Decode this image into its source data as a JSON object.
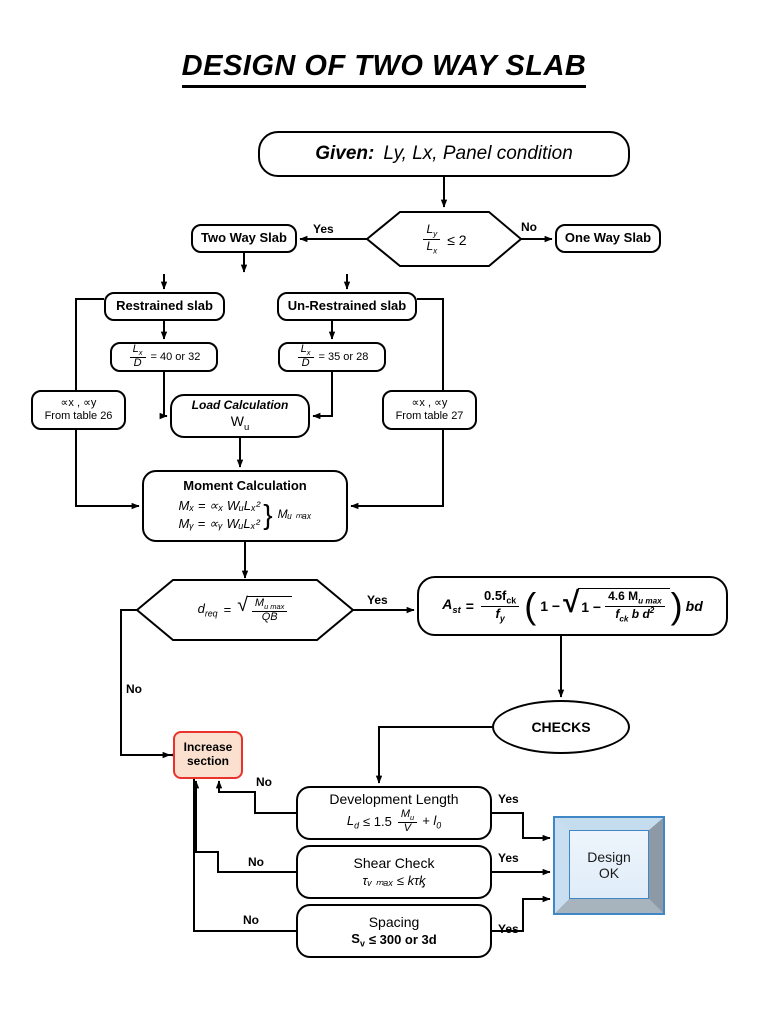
{
  "title": "DESIGN OF TWO WAY SLAB",
  "given": {
    "lead": "Given:",
    "rest": "Ly, Lx, Panel condition"
  },
  "decision_ratio": {
    "name": "span-ratio-decision",
    "num": "L",
    "num_sub": "y",
    "den": "L",
    "den_sub": "x",
    "op": "≤ 2",
    "yes_label": "Yes",
    "no_label": "No"
  },
  "nodes": {
    "two_way_slab": "Two Way Slab",
    "one_way_slab": "One Way Slab",
    "restrained": "Restrained slab",
    "unrestrained": "Un-Restrained slab",
    "ratio_left": {
      "num": "L",
      "num_sub": "x",
      "den": "D",
      "value": "= 40 or  32"
    },
    "ratio_right": {
      "num": "L",
      "num_sub": "x",
      "den": "D",
      "value": "= 35 or  28"
    },
    "table26": {
      "alpha": "∝x , ∝y",
      "text": "From table 26"
    },
    "table27": {
      "alpha": "∝x , ∝y",
      "text": "From table 27"
    },
    "load_calc": {
      "line1": "Load Calculation",
      "line2": "W",
      "line2_sub": "u"
    },
    "moment": {
      "heading": "Moment Calculation",
      "eq1": "Mₓ = ∝ₓ WᵤLₓ²",
      "eq2": "Mᵧ = ∝ᵧ WᵤLₓ²",
      "result": "Mᵤ ₘₐₓ"
    },
    "dreq": {
      "lhs": "d",
      "lhs_sub": "req",
      "eq": "=",
      "radicand_num": "M",
      "radicand_num_sub": "u max",
      "radicand_den": "QB",
      "yes_label": "Yes",
      "no_label": "No"
    },
    "ast": {
      "lhs": "A",
      "lhs_sub": "st",
      "eq": "=",
      "coef_num": "0.5f",
      "coef_num_sub": "ck",
      "coef_den": "f",
      "coef_den_sub": "y",
      "one": "1 −",
      "inner_one": "1 −",
      "inner_num": "4.6 M",
      "inner_num_sub": "u max",
      "inner_den": "f",
      "inner_den_sub": "ck",
      "inner_den_rest": " b  d",
      "inner_den_sup": "2",
      "tail": "bd"
    },
    "checks": "CHECKS",
    "increase_section": {
      "line1": "Increase",
      "line2": "section"
    },
    "development_length": {
      "title": "Development Length",
      "lhs": "L",
      "lhs_sub": "d",
      "op": "≤ 1.5",
      "frac_num": "M",
      "frac_num_sub": "u",
      "frac_den": "V",
      "tail": "+ l",
      "tail_sub": "0",
      "yes_label": "Yes",
      "no_label": "No"
    },
    "shear_check": {
      "title": "Shear Check",
      "formula": "τᵥ ₘₐₓ  ≤  kτᶄ",
      "yes_label": "Yes",
      "no_label": "No"
    },
    "spacing": {
      "title": "Spacing",
      "lhs": "S",
      "lhs_sub": "v",
      "formula": "≤ 300 or 3d",
      "yes_label": "Yes",
      "no_label": "No"
    },
    "design_ok": {
      "line1": "Design",
      "line2": "OK"
    }
  },
  "colors": {
    "stroke": "#000000",
    "increase_border": "#e8322a",
    "increase_fill": "#fbe0d0",
    "design_border": "#3f87c5",
    "design_fill": "#e3eefa"
  }
}
